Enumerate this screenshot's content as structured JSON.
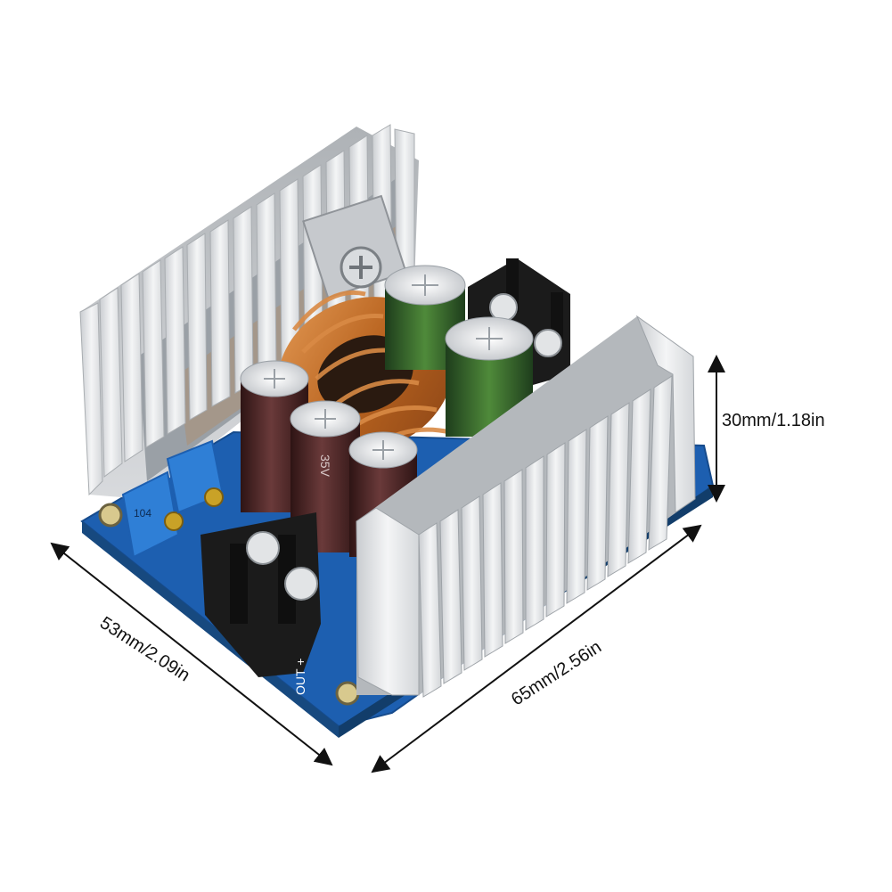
{
  "image": {
    "subject": "dc-dc-buck-converter-module",
    "colors": {
      "background": "#ffffff",
      "pcb": "#1d5fb0",
      "heatsink": "#e4e6e8",
      "coil": "#c8742a",
      "terminal_block": "#1b1b1b",
      "capacitor_brown": "#4a2525",
      "capacitor_green": "#2f5e2e",
      "trimmer_blue": "#2f7fd6"
    }
  },
  "dimensions": {
    "height": "30mm/1.18in",
    "width": "65mm/2.56in",
    "depth": "53mm/2.09in"
  },
  "board_markings": {
    "output_label": "OUT +",
    "trimmer_code": "104",
    "capacitor_text": "35V"
  }
}
